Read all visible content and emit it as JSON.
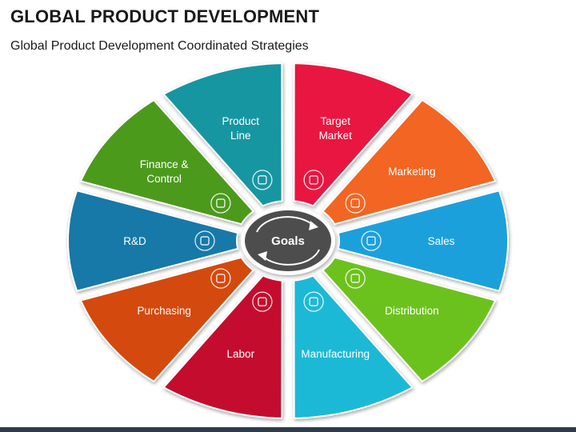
{
  "header": {
    "title": "GLOBAL PRODUCT DEVELOPMENT",
    "subtitle": "Global Product Development Coordinated Strategies"
  },
  "center": {
    "label": "Goals",
    "color": "#4d4d4d"
  },
  "segments": [
    {
      "id": "product-line",
      "lines": [
        "Product",
        "Line"
      ],
      "color": "#1696a1",
      "icon": "pencil-ruler-icon"
    },
    {
      "id": "target-market",
      "lines": [
        "Target",
        "Market"
      ],
      "color": "#e8163f",
      "icon": "target-icon"
    },
    {
      "id": "marketing",
      "lines": [
        "Marketing"
      ],
      "color": "#f26522",
      "icon": "megaphone-icon"
    },
    {
      "id": "sales",
      "lines": [
        "Sales"
      ],
      "color": "#1aa0dc",
      "icon": "sales-chart-icon"
    },
    {
      "id": "distribution",
      "lines": [
        "Distribution"
      ],
      "color": "#6cc21c",
      "icon": "network-icon"
    },
    {
      "id": "manufacturing",
      "lines": [
        "Manufacturing"
      ],
      "color": "#1ab9d6",
      "icon": "factory-workers-icon"
    },
    {
      "id": "labor",
      "lines": [
        "Labor"
      ],
      "color": "#c4102e",
      "icon": "worker-icon"
    },
    {
      "id": "purchasing",
      "lines": [
        "Purchasing"
      ],
      "color": "#d4480e",
      "icon": "cart-icon"
    },
    {
      "id": "rd",
      "lines": [
        "R&D"
      ],
      "color": "#1479a8",
      "icon": "magnifier-icon"
    },
    {
      "id": "finance",
      "lines": [
        "Finance &",
        "Control"
      ],
      "color": "#4c9a1a",
      "icon": "finance-chart-icon"
    }
  ]
}
